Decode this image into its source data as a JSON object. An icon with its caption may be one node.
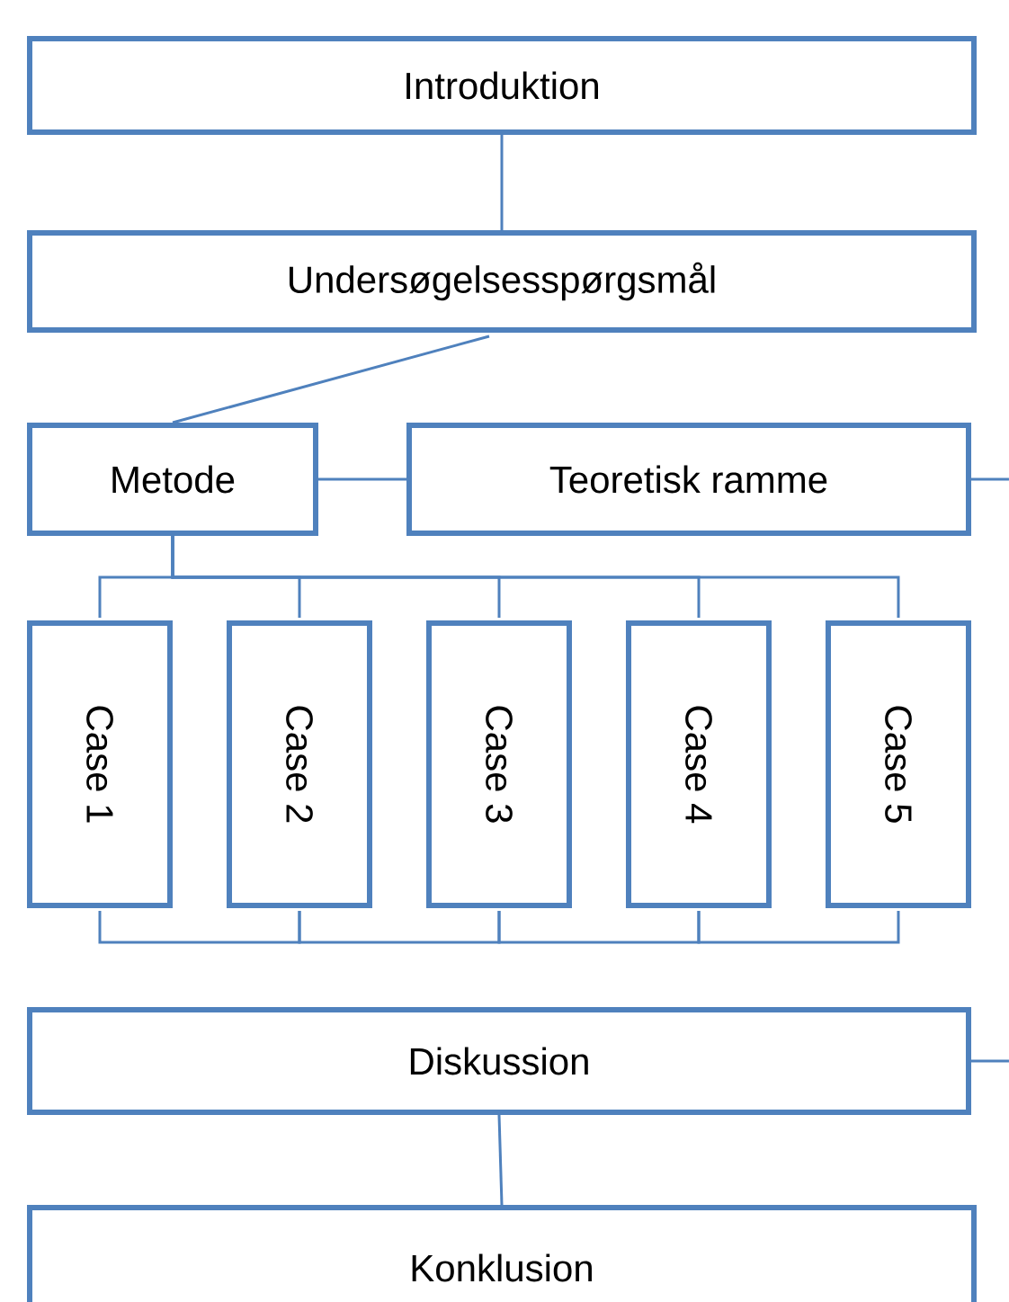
{
  "diagram": {
    "nodes": [
      {
        "text": [
          "Introduktion"
        ]
      },
      {
        "text": [
          "Undersøgelsesspørgsmål"
        ]
      },
      {
        "text": [
          "Metode"
        ]
      },
      {
        "text": [
          "Teoretisk ramme"
        ]
      },
      {
        "text": [
          "Case 1"
        ]
      },
      {
        "text": [
          "Case 2"
        ]
      },
      {
        "text": [
          "Case 3"
        ]
      },
      {
        "text": [
          "Case 4"
        ]
      },
      {
        "text": [
          "Case 5"
        ]
      },
      {
        "text": [
          "Diskussion"
        ]
      },
      {
        "text": [
          "Konklusion"
        ]
      }
    ],
    "edges": [
      {
        "from": 0,
        "to": 1,
        "arrow": "none"
      },
      {
        "from": 1,
        "to": 2,
        "arrow": "none"
      },
      {
        "from": 2,
        "to": 3,
        "arrow": "none"
      },
      {
        "from": 2,
        "to": 4,
        "arrow": "none"
      },
      {
        "from": 2,
        "to": 5,
        "arrow": "none"
      },
      {
        "from": 2,
        "to": 6,
        "arrow": "none"
      },
      {
        "from": 2,
        "to": 7,
        "arrow": "none"
      },
      {
        "from": 2,
        "to": 8,
        "arrow": "none"
      },
      {
        "from": 4,
        "to": 5,
        "arrow": "none"
      },
      {
        "from": 5,
        "to": 6,
        "arrow": "none"
      },
      {
        "from": 6,
        "to": 7,
        "arrow": "none"
      },
      {
        "from": 7,
        "to": 8,
        "arrow": "none"
      },
      {
        "from": 3,
        "to": 9,
        "arrow": "none"
      },
      {
        "from": 9,
        "to": 10,
        "arrow": "none"
      }
    ]
  }
}
